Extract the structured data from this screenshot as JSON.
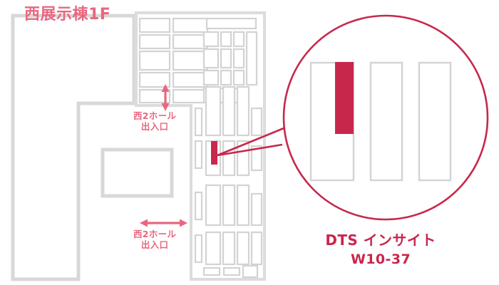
{
  "colors": {
    "accent_red": "#C8274C",
    "label_pink": "#E8677F",
    "booth_outline": "#D3D3D3",
    "building_outline": "#D8D8D8",
    "background": "#FFFFFF"
  },
  "map": {
    "floor_title": "西展示棟1F",
    "hall_entrances": [
      {
        "id": "upper",
        "line1": "西2ホール",
        "line2": "出入口",
        "arrow": "vertical-double-arrow"
      },
      {
        "id": "lower",
        "line1": "西2ホール",
        "line2": "出入口",
        "arrow": "horizontal-double-arrow"
      }
    ]
  },
  "callout": {
    "exhibitor_name": "DTS インサイト",
    "booth_number": "W10-37",
    "highlight_color": "#C8274C",
    "booths_shown": 3,
    "highlighted_booth_index": 1
  },
  "icons": {
    "arrow_vertical": "arrow-updown-icon",
    "arrow_horizontal": "arrow-leftright-icon",
    "magnifier": "magnifier-circle-icon"
  }
}
